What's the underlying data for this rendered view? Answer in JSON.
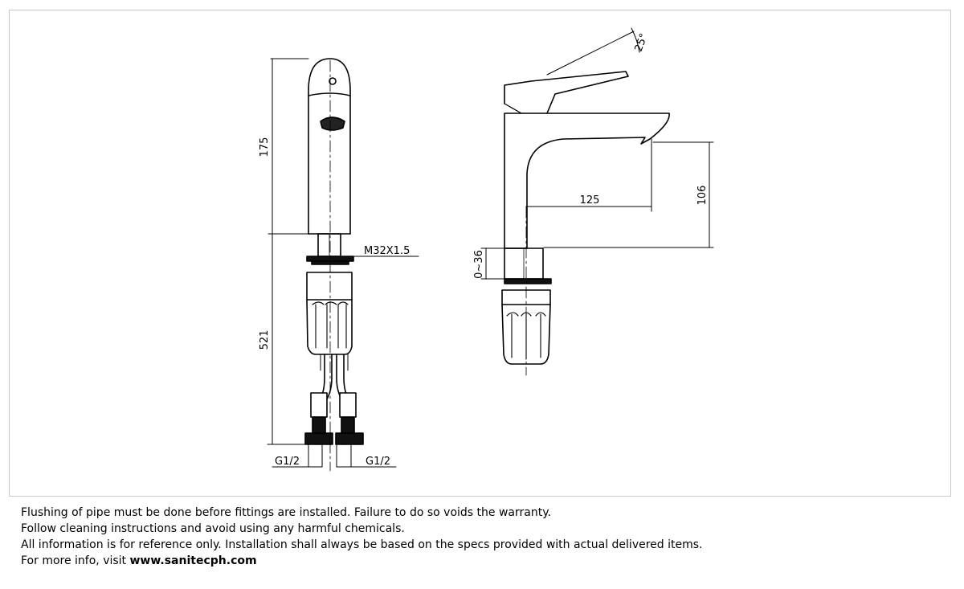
{
  "drawing": {
    "front_view": {
      "height_top": "175",
      "height_bottom": "521",
      "thread": "M32X1.5",
      "connection_left": "G1/2",
      "connection_right": "G1/2"
    },
    "side_view": {
      "lever_angle": "25°",
      "reach": "125",
      "spout_height": "106",
      "deck_range": "0~36"
    }
  },
  "notes": {
    "line1": "Flushing of pipe must be done before fittings are installed. Failure to do so voids the warranty.",
    "line2": "Follow cleaning instructions and avoid using any harmful chemicals.",
    "line3": "All information is for reference only. Installation shall always be based on the specs provided with actual delivered items.",
    "line4_prefix": "For more info, visit ",
    "line4_link": "www.sanitecph.com"
  }
}
